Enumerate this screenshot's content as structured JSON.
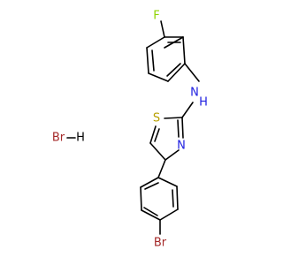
{
  "molecule": {
    "atoms": {
      "fluorine": "F",
      "amine_nitrogen": "N",
      "amine_hydrogen": "H",
      "thiazole_sulfur": "S",
      "thiazole_nitrogen": "N",
      "bromine": "Br"
    },
    "salt": {
      "bromine": "Br",
      "hydrogen": "H"
    }
  },
  "colors": {
    "bond": "#000000",
    "fluorine": "#8fd400",
    "nitrogen": "#1f1fe0",
    "sulfur": "#b8a000",
    "bromine": "#a52a2a",
    "hydrogen": "#000000"
  }
}
